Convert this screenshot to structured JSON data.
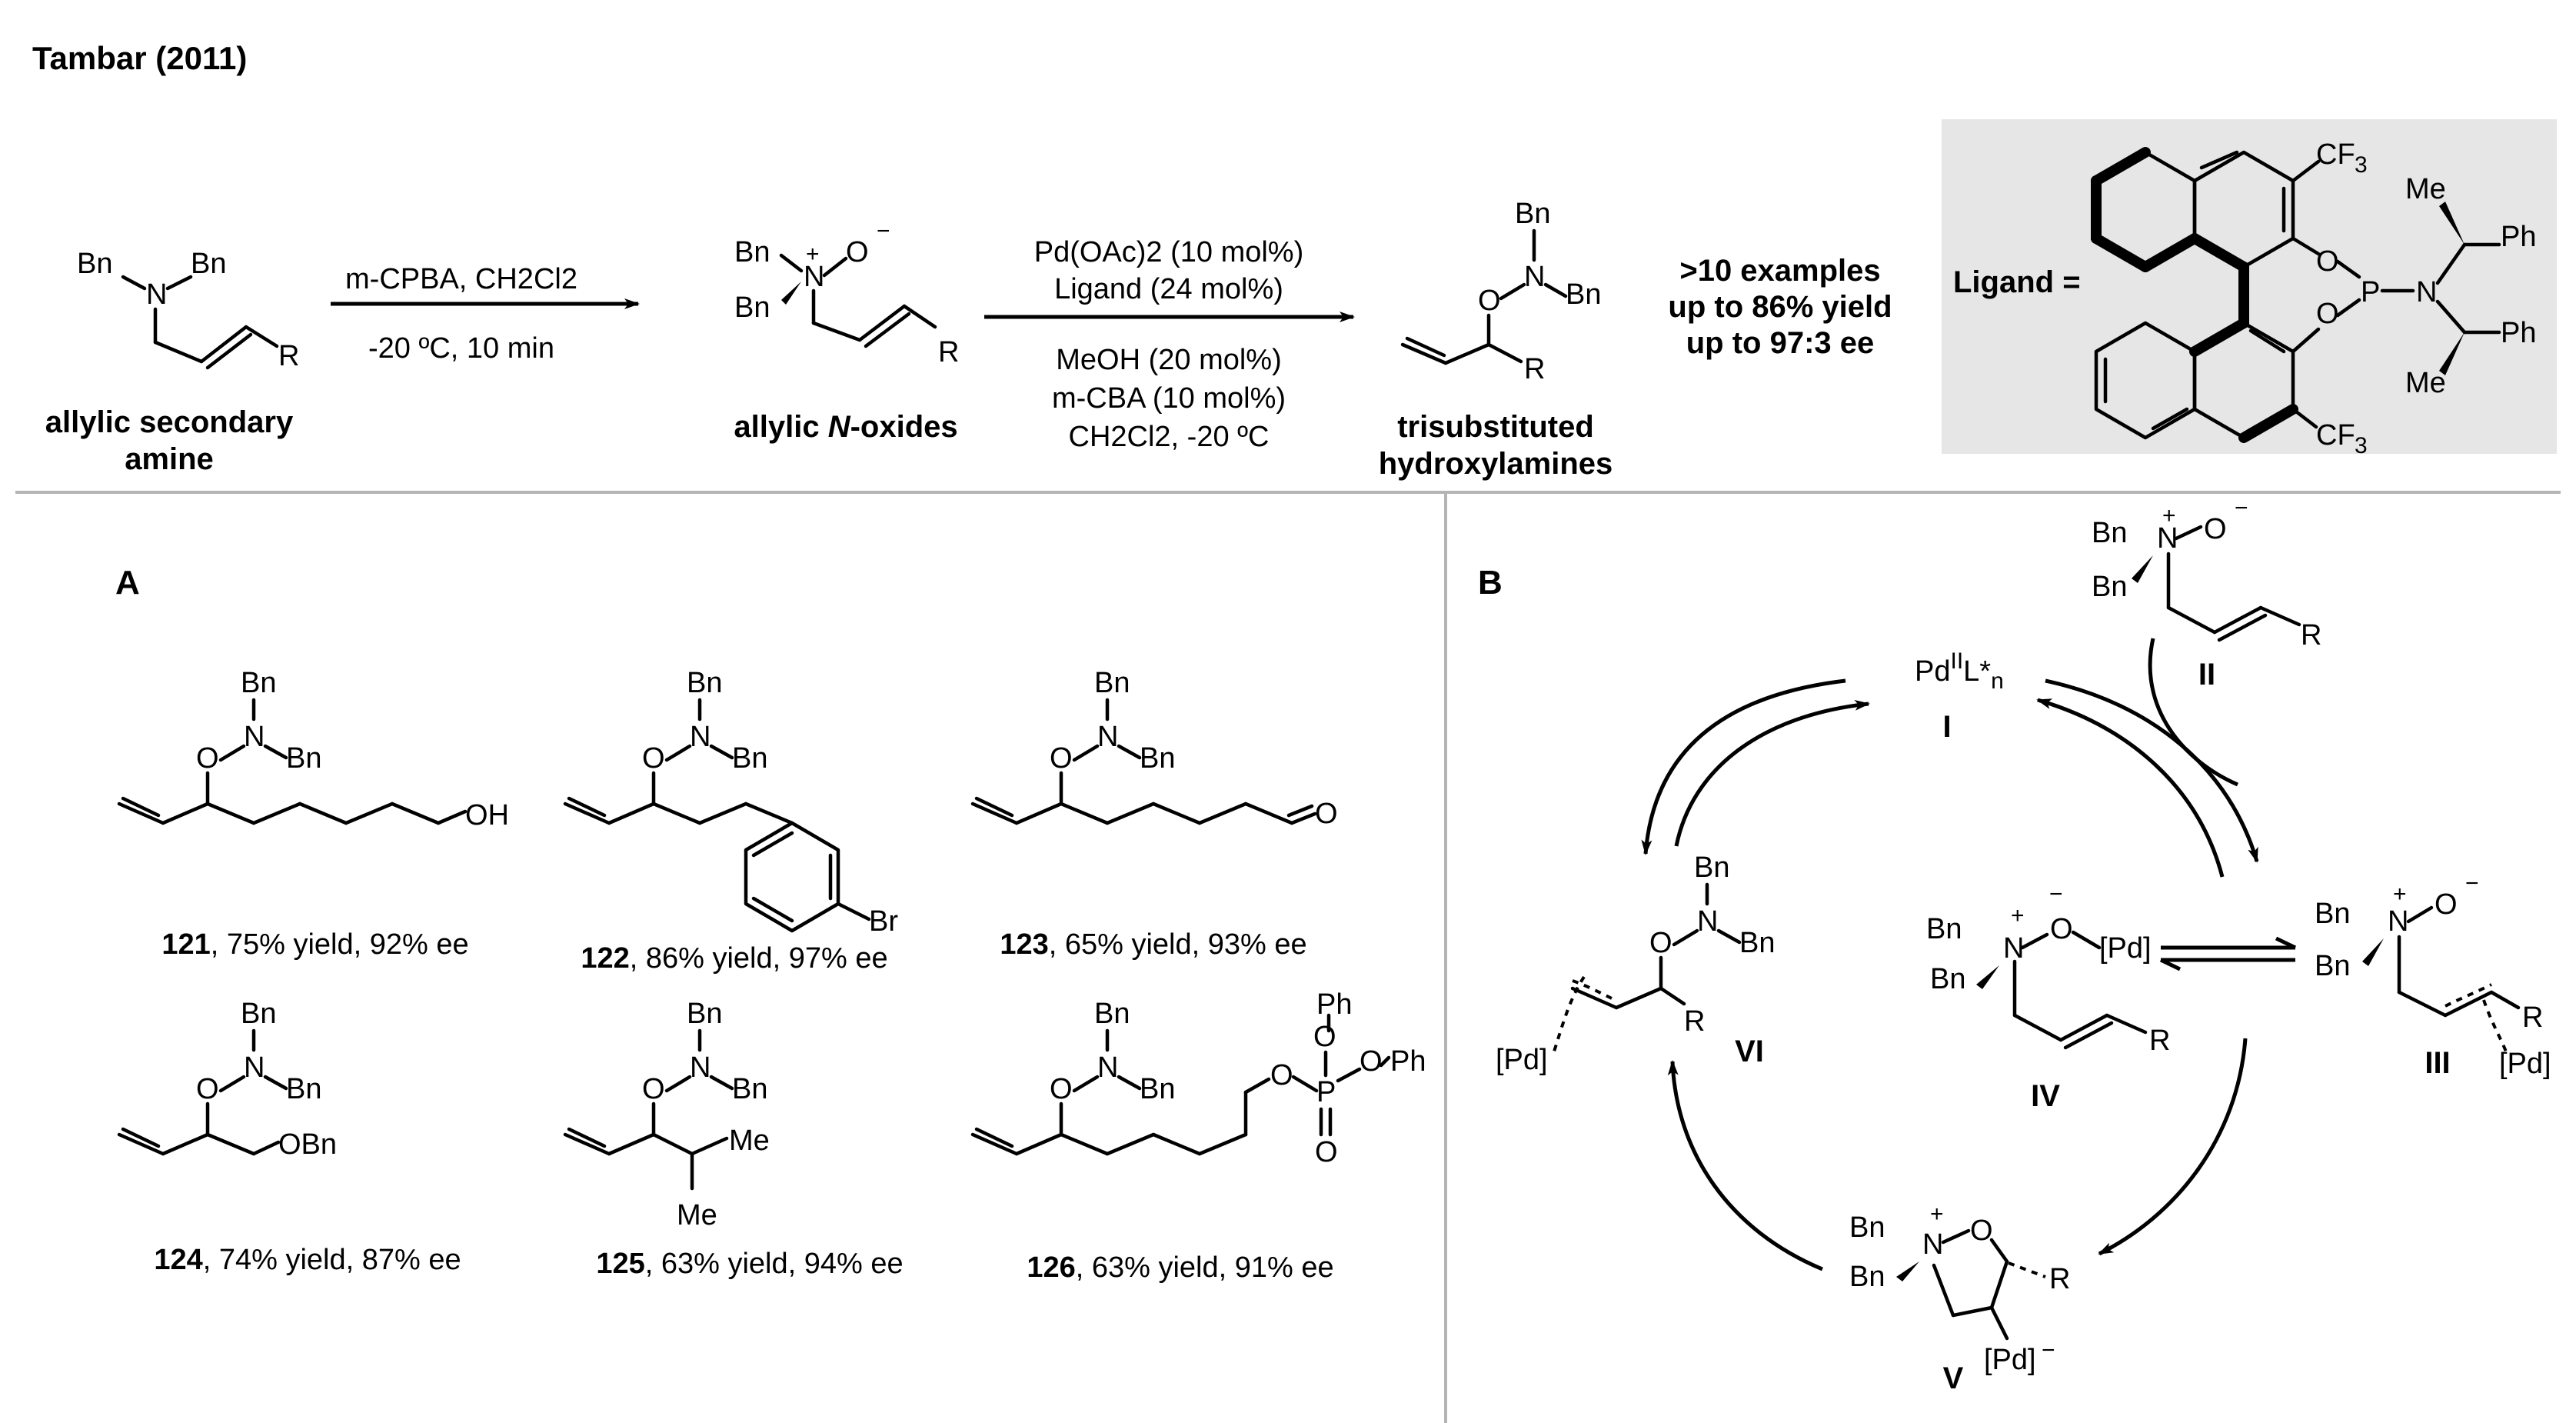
{
  "title": "Tambar (2011)",
  "top": {
    "amine_label_line1": "allylic secondary",
    "amine_label_line2": "amine",
    "oxidant": "m-CPBA, CH2Cl2",
    "oxidation_conditions": "-20 ºC, 10 min",
    "noxide_label": "allylic N-oxides",
    "catalyst": "Pd(OAc)2 (10 mol%)",
    "ligand_loading": "Ligand (24 mol%)",
    "additive1": "MeOH (20 mol%)",
    "additive2": "m-CBA (10 mol%)",
    "solvent_temp": "CH2Cl2, -20 ºC",
    "product_label_line1": "trisubstituted",
    "product_label_line2": "hydroxylamines",
    "scope_line1": ">10 examples",
    "scope_line2": "up to 86% yield",
    "scope_line3": "up to 97:3 ee",
    "ligand_eq": "Ligand ="
  },
  "panel_a": {
    "label": "A",
    "compounds": [
      {
        "id": "121",
        "result": ", 75% yield, 92% ee"
      },
      {
        "id": "122",
        "result": ", 86% yield, 97% ee"
      },
      {
        "id": "123",
        "result": ", 65% yield, 93% ee"
      },
      {
        "id": "124",
        "result": ", 74% yield, 87% ee"
      },
      {
        "id": "125",
        "result": ", 63% yield, 94% ee"
      },
      {
        "id": "126",
        "result": ", 63% yield, 91% ee"
      }
    ]
  },
  "panel_b": {
    "label": "B",
    "species": [
      "I",
      "II",
      "III",
      "IV",
      "V",
      "VI"
    ],
    "catalyst": "PdIIL*n"
  },
  "colors": {
    "ligand_box": "#e6e6e6",
    "separator": "#b4b4b4"
  }
}
